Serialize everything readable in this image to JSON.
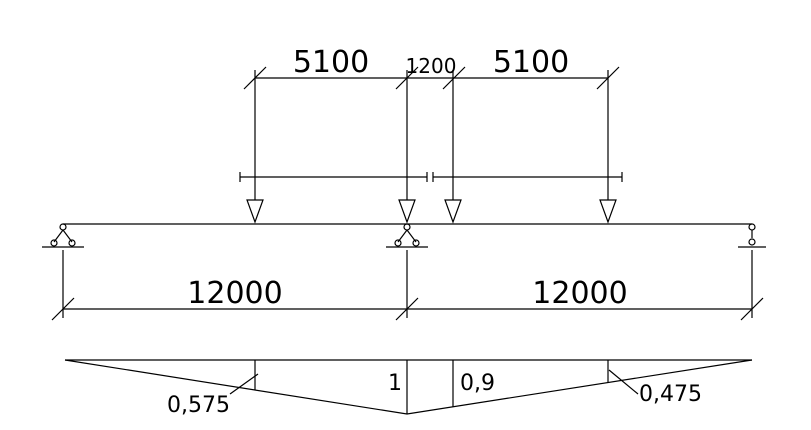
{
  "load_dimensions": {
    "left_spacing": "5100",
    "middle_spacing": "1200",
    "right_spacing": "5100"
  },
  "span_dimensions": {
    "left_span": "12000",
    "right_span": "12000"
  },
  "influence_line": {
    "ordinate_left_load": "0,575",
    "ordinate_support": "1",
    "ordinate_after_support": "0,9",
    "ordinate_right_load": "0,475"
  }
}
